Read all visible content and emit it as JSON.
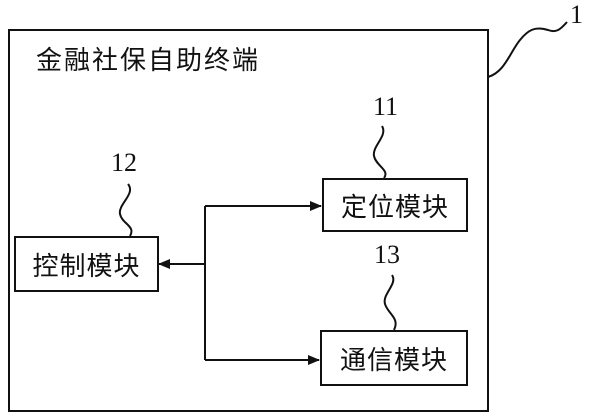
{
  "terminal": {
    "title": "金融社保自助终端",
    "ref": "1"
  },
  "modules": {
    "control": {
      "label": "控制模块",
      "ref": "12"
    },
    "positioning": {
      "label": "定位模块",
      "ref": "11"
    },
    "communication": {
      "label": "通信模块",
      "ref": "13"
    }
  }
}
